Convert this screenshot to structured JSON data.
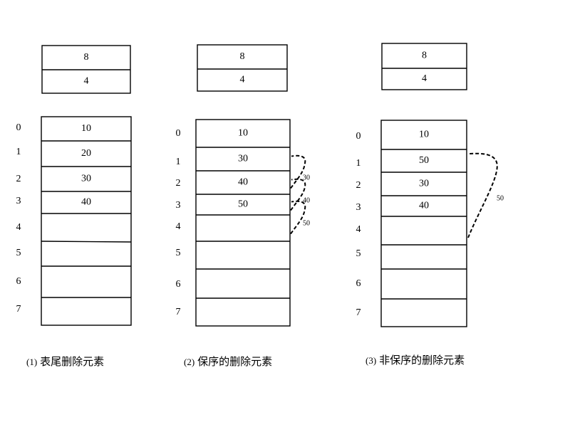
{
  "diagrams": [
    {
      "header": [
        "8",
        "4"
      ],
      "indices": [
        "0",
        "1",
        "2",
        "3",
        "4",
        "5",
        "6",
        "7"
      ],
      "cells": [
        "10",
        "20",
        "30",
        "40",
        "",
        "",
        "",
        ""
      ],
      "arrows": [],
      "caption": {
        "num": "(1)",
        "text": "表尾删除元素"
      }
    },
    {
      "header": [
        "8",
        "4"
      ],
      "indices": [
        "0",
        "1",
        "2",
        "3",
        "4",
        "5",
        "6",
        "7"
      ],
      "cells": [
        "10",
        "30",
        "40",
        "50",
        "",
        "",
        "",
        ""
      ],
      "arrows": [
        {
          "label": "30",
          "from_index": 2,
          "to_index": 1
        },
        {
          "label": "40",
          "from_index": 3,
          "to_index": 2
        },
        {
          "label": "50",
          "from_index": 4,
          "to_index": 3
        }
      ],
      "caption": {
        "num": "(2)",
        "text": "保序的删除元素"
      }
    },
    {
      "header": [
        "8",
        "4"
      ],
      "indices": [
        "0",
        "1",
        "2",
        "3",
        "4",
        "5",
        "6",
        "7"
      ],
      "cells": [
        "10",
        "50",
        "30",
        "40",
        "",
        "",
        "",
        ""
      ],
      "arrows": [
        {
          "label": "50",
          "from_index": 4,
          "to_index": 1
        }
      ],
      "caption": {
        "num": "(3)",
        "text": "非保序的删除元素"
      }
    }
  ]
}
